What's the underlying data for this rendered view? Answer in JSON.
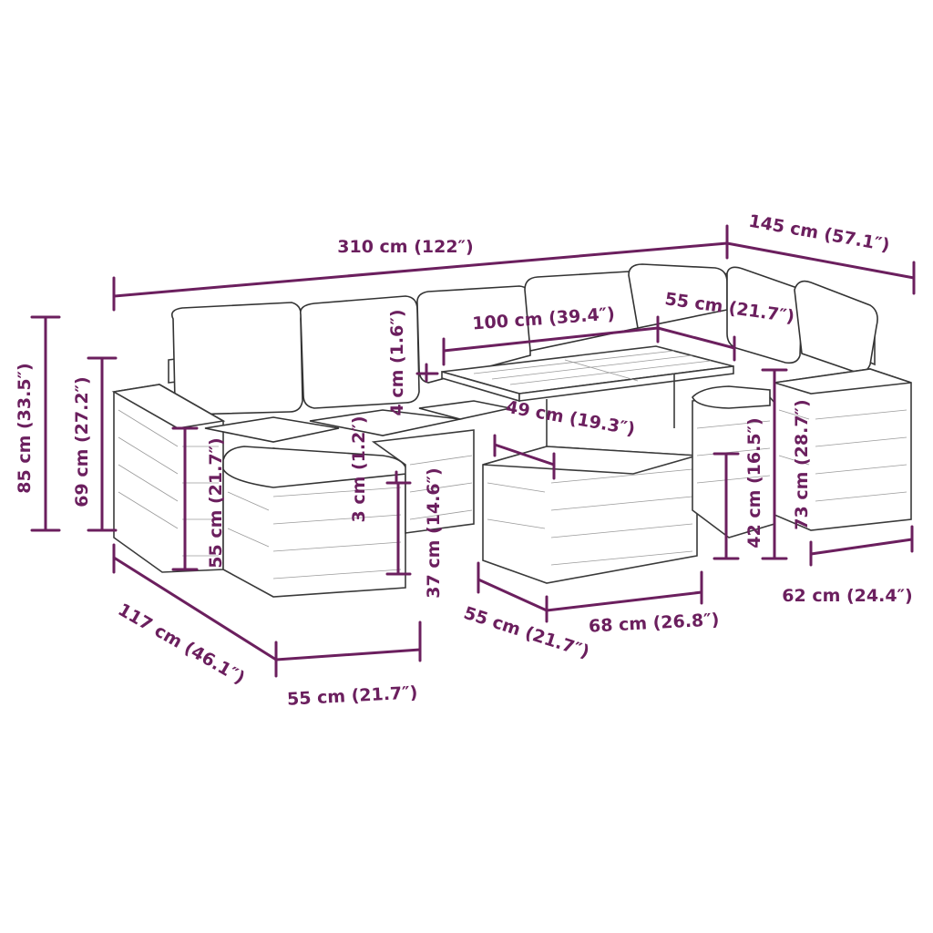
{
  "dimensions": {
    "total_width": "310 cm (122″)",
    "total_depth": "145 cm (57.1″)",
    "table_width": "100 cm (39.4″)",
    "table_depth": "55 cm (21.7″)",
    "table_top_thickness": "4 cm (1.6″)",
    "table_leg_height": "49 cm (19.3″)",
    "cushion_thickness": "3 cm (1.2″)",
    "ottoman_height": "37 cm (14.6″)",
    "seat_depth_inner": "55 cm (21.7″)",
    "back_height": "85 cm (33.5″)",
    "arm_height": "69 cm (27.2″)",
    "seat_height": "42 cm (16.5″)",
    "table_height": "73 cm (28.7″)",
    "side_table_width": "62 cm (24.4″)",
    "table_base_width": "68 cm (26.8″)",
    "table_base_depth": "55 cm (21.7″)",
    "ottoman_width": "55 cm (21.7″)",
    "left_depth": "117 cm (46.1″)"
  }
}
